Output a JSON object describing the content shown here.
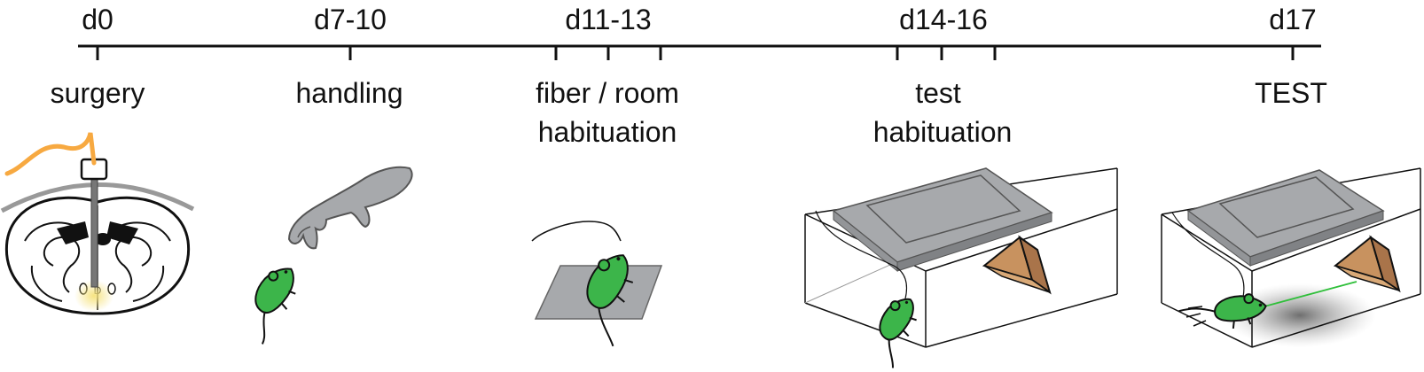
{
  "timeline": {
    "days": [
      "d0",
      "d7-10",
      "d11-13",
      "d14-16",
      "d17"
    ],
    "stages": {
      "surgery": [
        "surgery"
      ],
      "handling": [
        "handling"
      ],
      "fiber": [
        "fiber / room",
        "habituation"
      ],
      "test_hab": [
        "test",
        "habituation"
      ],
      "test": [
        "TEST"
      ]
    }
  },
  "colors": {
    "mouse": "#3cb54a",
    "fiber": "#f7a941",
    "lid": "#a7a9ac",
    "shelter": "#c8925f",
    "laser": "#2fbf3a",
    "ink": "#111111"
  },
  "icons": [
    "brain-section-icon",
    "hand-icon",
    "mouse-icon",
    "arena-box-icon",
    "shelter-icon"
  ]
}
